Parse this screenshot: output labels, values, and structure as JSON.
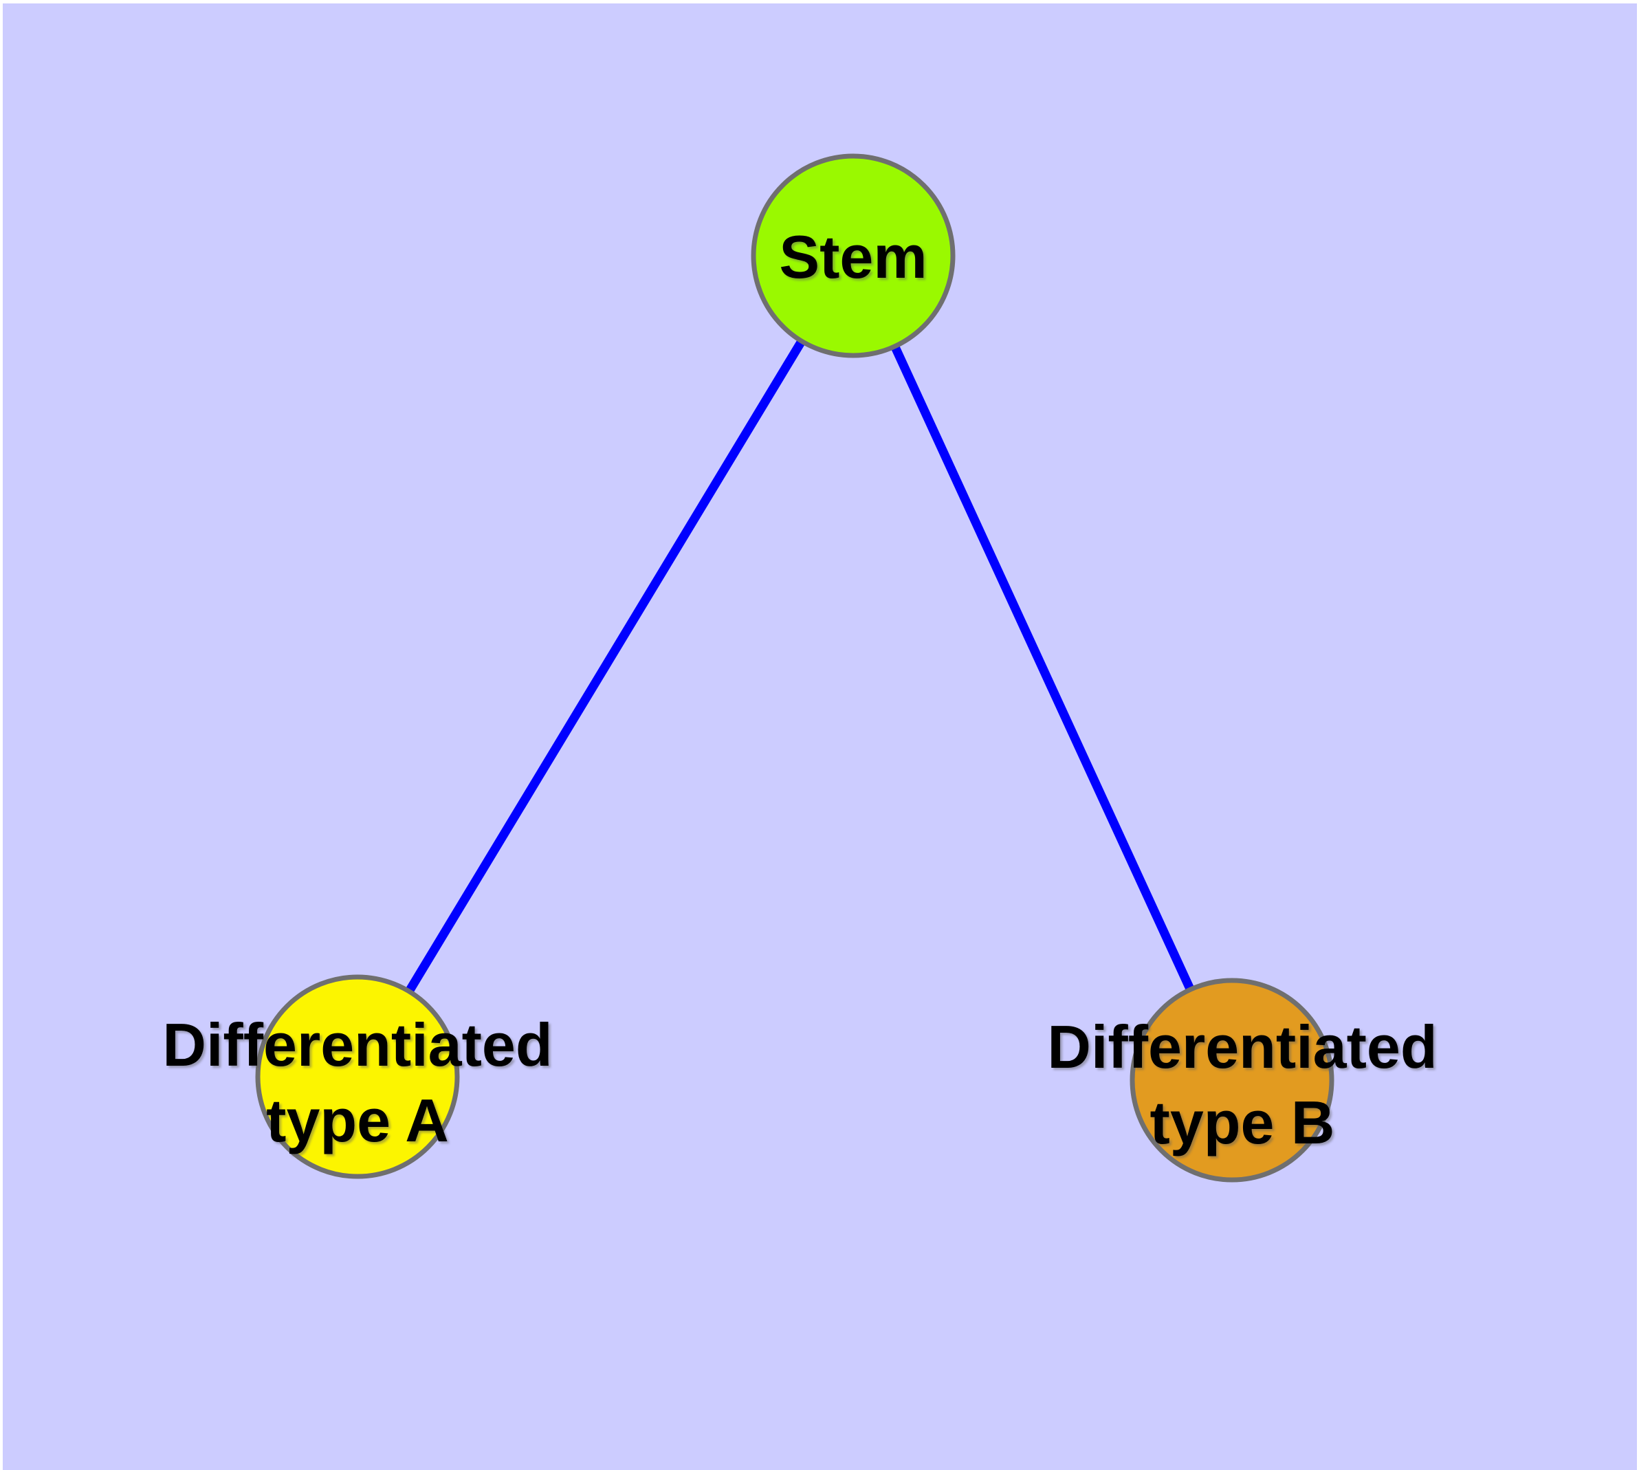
{
  "diagram": {
    "type": "graph",
    "colors": {
      "background": "#CCCCFF",
      "page_margin": "#FFFFFF",
      "edge": "#0000FF",
      "node_border": "#6F6F6F",
      "label_text": "#000000"
    },
    "nodes": {
      "stem": {
        "label": "Stem",
        "color": "#9AF900"
      },
      "type_a": {
        "label": "Differentiated type A",
        "label_line1": "Differentiated",
        "label_line2": "type A",
        "color": "#FCF500"
      },
      "type_b": {
        "label": "Differentiated type B",
        "label_line1": "Differentiated",
        "label_line2": "type B",
        "color": "#E29B20"
      }
    },
    "edges": [
      {
        "from": "Stem",
        "to": "Differentiated type A"
      },
      {
        "from": "Stem",
        "to": "Differentiated type B"
      }
    ]
  }
}
